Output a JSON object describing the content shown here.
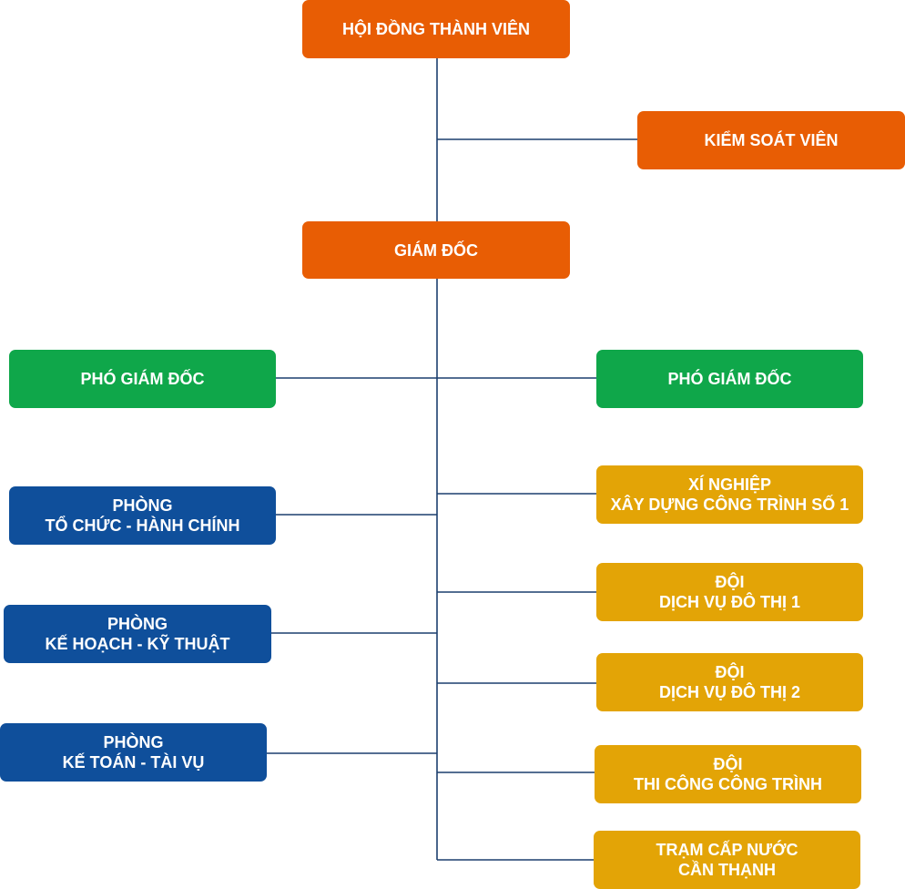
{
  "board": {
    "label": "HỘI ĐỒNG THÀNH VIÊN"
  },
  "controller": {
    "label": "KIỂM SOÁT VIÊN"
  },
  "director": {
    "label": "GIÁM ĐỐC"
  },
  "deputy_left": {
    "label": "PHÓ GIÁM ĐỐC"
  },
  "deputy_right": {
    "label": "PHÓ GIÁM ĐỐC"
  },
  "dept_admin": {
    "line1": "PHÒNG",
    "line2": "TỔ CHỨC  - HÀNH CHÍNH"
  },
  "dept_planning": {
    "line1": "PHÒNG",
    "line2": "KẾ HOẠCH - KỸ THUẬT"
  },
  "dept_accounting": {
    "line1": "PHÒNG",
    "line2": "KẾ TOÁN - TÀI VỤ"
  },
  "unit_enterprise": {
    "line1": "XÍ NGHIỆP",
    "line2": "XÂY DỰNG CÔNG TRÌNH SỐ 1"
  },
  "unit_service1": {
    "line1": "ĐỘI",
    "line2": "DỊCH VỤ ĐÔ THỊ 1"
  },
  "unit_service2": {
    "line1": "ĐỘI",
    "line2": "DỊCH VỤ ĐÔ THỊ 2"
  },
  "unit_construction": {
    "line1": "ĐỘI",
    "line2": "THI CÔNG CÔNG TRÌNH"
  },
  "unit_water": {
    "line1": "TRẠM CẤP NƯỚC",
    "line2": "CẦN THẠNH"
  },
  "colors": {
    "management": "#e85d04",
    "deputy": "#0fa74a",
    "department": "#0f4f9b",
    "unit": "#e3a406",
    "connector": "#1c3f6e"
  }
}
